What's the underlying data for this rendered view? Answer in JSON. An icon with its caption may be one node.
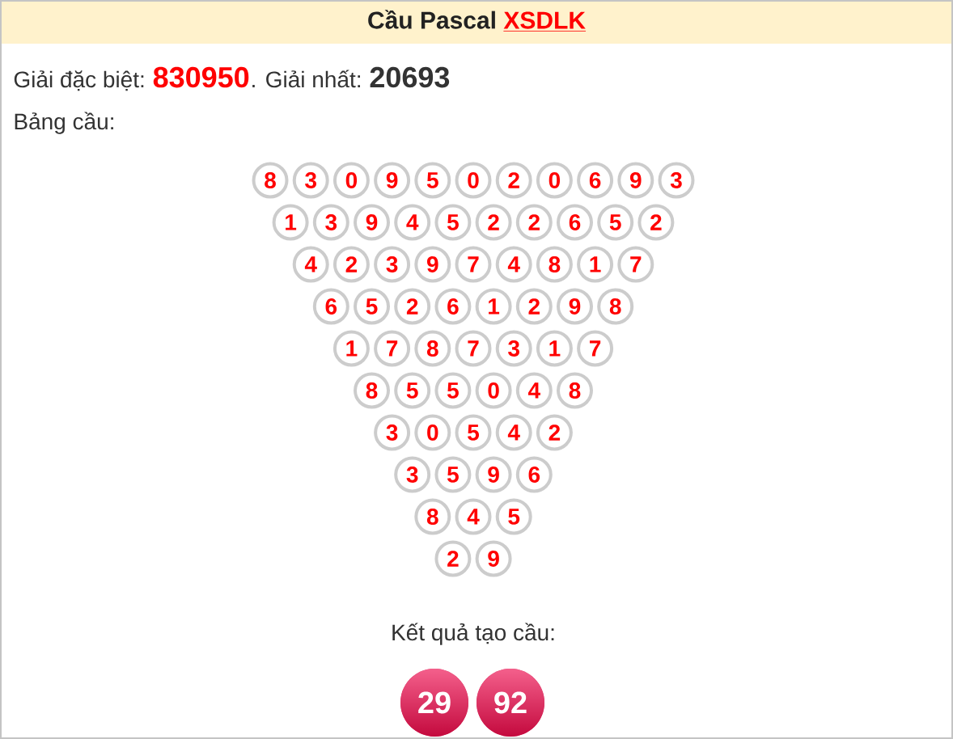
{
  "diagram": {
    "title": "Cầu Pascal XSDLK",
    "nodes": [
      {
        "text": [
          "8"
        ]
      },
      {
        "text": [
          "3"
        ]
      },
      {
        "text": [
          "0"
        ]
      },
      {
        "text": [
          "9"
        ]
      },
      {
        "text": [
          "5"
        ]
      },
      {
        "text": [
          "0"
        ]
      },
      {
        "text": [
          "2"
        ]
      },
      {
        "text": [
          "0"
        ]
      },
      {
        "text": [
          "6"
        ]
      },
      {
        "text": [
          "9"
        ]
      },
      {
        "text": [
          "3"
        ]
      },
      {
        "text": [
          "1"
        ]
      },
      {
        "text": [
          "3"
        ]
      },
      {
        "text": [
          "9"
        ]
      },
      {
        "text": [
          "4"
        ]
      },
      {
        "text": [
          "5"
        ]
      },
      {
        "text": [
          "2"
        ]
      },
      {
        "text": [
          "2"
        ]
      },
      {
        "text": [
          "6"
        ]
      },
      {
        "text": [
          "5"
        ]
      },
      {
        "text": [
          "2"
        ]
      },
      {
        "text": [
          "4"
        ]
      },
      {
        "text": [
          "2"
        ]
      },
      {
        "text": [
          "3"
        ]
      },
      {
        "text": [
          "9"
        ]
      },
      {
        "text": [
          "7"
        ]
      },
      {
        "text": [
          "4"
        ]
      },
      {
        "text": [
          "8"
        ]
      },
      {
        "text": [
          "1"
        ]
      },
      {
        "text": [
          "7"
        ]
      },
      {
        "text": [
          "6"
        ]
      },
      {
        "text": [
          "5"
        ]
      },
      {
        "text": [
          "2"
        ]
      },
      {
        "text": [
          "6"
        ]
      },
      {
        "text": [
          "1"
        ]
      },
      {
        "text": [
          "2"
        ]
      },
      {
        "text": [
          "9"
        ]
      },
      {
        "text": [
          "8"
        ]
      },
      {
        "text": [
          "1"
        ]
      },
      {
        "text": [
          "7"
        ]
      },
      {
        "text": [
          "8"
        ]
      },
      {
        "text": [
          "7"
        ]
      },
      {
        "text": [
          "3"
        ]
      },
      {
        "text": [
          "1"
        ]
      },
      {
        "text": [
          "7"
        ]
      },
      {
        "text": [
          "8"
        ]
      },
      {
        "text": [
          "5"
        ]
      },
      {
        "text": [
          "5"
        ]
      },
      {
        "text": [
          "0"
        ]
      },
      {
        "text": [
          "4"
        ]
      },
      {
        "text": [
          "8"
        ]
      },
      {
        "text": [
          "3"
        ]
      },
      {
        "text": [
          "0"
        ]
      },
      {
        "text": [
          "5"
        ]
      },
      {
        "text": [
          "4"
        ]
      },
      {
        "text": [
          "2"
        ]
      },
      {
        "text": [
          "3"
        ]
      },
      {
        "text": [
          "5"
        ]
      },
      {
        "text": [
          "9"
        ]
      },
      {
        "text": [
          "6"
        ]
      },
      {
        "text": [
          "8"
        ]
      },
      {
        "text": [
          "4"
        ]
      },
      {
        "text": [
          "5"
        ]
      },
      {
        "text": [
          "2"
        ]
      },
      {
        "text": [
          "9"
        ]
      },
      {
        "text": [
          "29"
        ]
      },
      {
        "text": [
          "92"
        ]
      }
    ],
    "labels": [
      "Giải đặc biệt:",
      "830950",
      ". Giải nhất:",
      "20693",
      "Bảng cầu:",
      "Kết quả tạo cầu:"
    ]
  }
}
